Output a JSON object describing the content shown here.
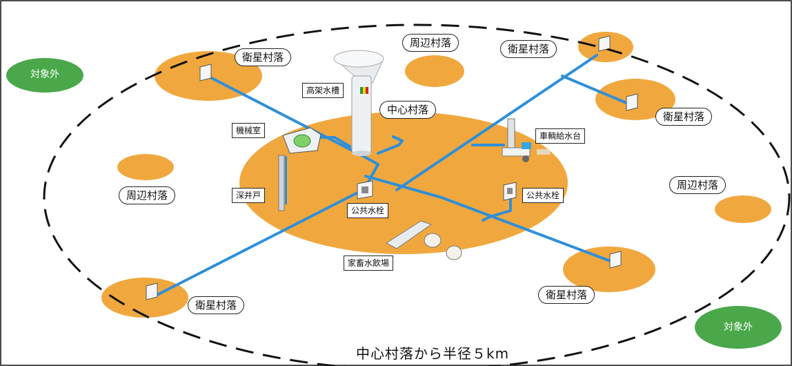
{
  "colors": {
    "village_fill": "#f0a83e",
    "out_of_scope_fill": "#4aa84a",
    "pipe": "#2f8fd8",
    "boundary": "#111111"
  },
  "labels": {
    "center_village": "中心村落",
    "satellite_village": "衛星村落",
    "peripheral_village": "周辺村落",
    "out_of_scope": "対象外",
    "elevated_tank": "高架水槽",
    "machine_room": "機械室",
    "deep_well": "深井戸",
    "public_faucet": "公共水栓",
    "livestock_trough": "家畜水飲場",
    "vehicle_station": "車輌給水台",
    "radius_caption": "中心村落から半径５km"
  },
  "icons": {
    "faucet": "public-faucet-icon",
    "tank": "water-tower-icon",
    "pump": "pump-icon",
    "trough": "livestock-trough-icon",
    "animal": "goat-icon",
    "cart": "cart-icon"
  }
}
